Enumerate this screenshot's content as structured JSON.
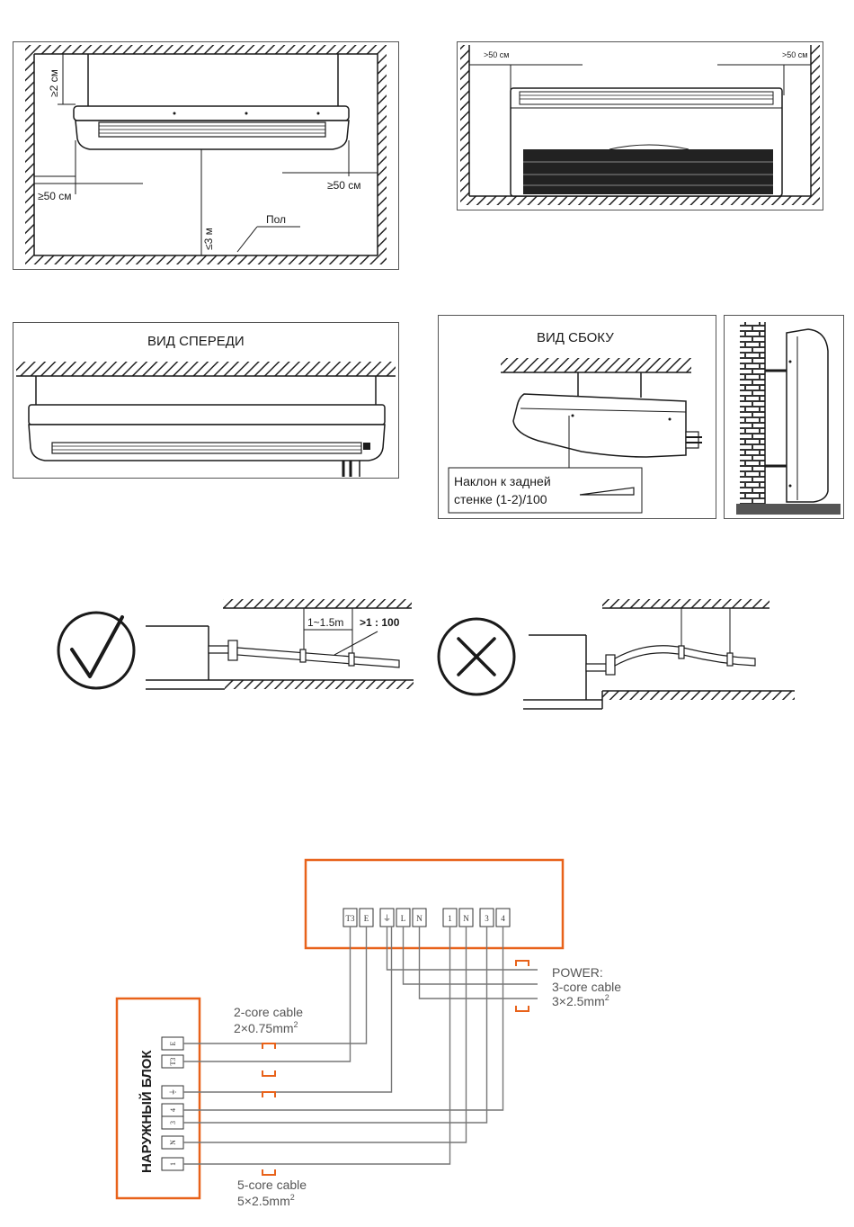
{
  "colors": {
    "line": "#1a1a1a",
    "hatch": "#333333",
    "orange": "#e8621a",
    "wire": "#777777",
    "panel_border": "#555555"
  },
  "panel_clearance_ceiling": {
    "top_clearance": "≥2 см",
    "left_clearance": "≥50 см",
    "right_clearance": "≥50 см",
    "floor_height": "≤3 м",
    "floor_label": "Пол"
  },
  "panel_clearance_floor": {
    "left_clearance": ">50 см",
    "right_clearance": ">50 см"
  },
  "panel_front_view": {
    "title": "ВИД СПЕРЕДИ"
  },
  "panel_side_view": {
    "title": "ВИД СБОКУ",
    "slope_line1": "Наклон к задней",
    "slope_line2": "стенке (1-2)/100"
  },
  "panel_drain": {
    "spacing_label": "1~1.5m",
    "slope_label": ">1 : 100",
    "correct_icon": "check-icon",
    "wrong_icon": "cross-icon"
  },
  "wiring": {
    "outdoor_unit_label": "НАРУЖНЫЙ БЛОК",
    "indoor_terminals": [
      "T3",
      "E",
      "⏚",
      "L",
      "N",
      "1",
      "N",
      "3",
      "4"
    ],
    "outdoor_terminals": [
      "E",
      "T3",
      "⏚",
      "4",
      "3",
      "N",
      "1"
    ],
    "power_line1": "POWER:",
    "power_line2": "3-core cable",
    "power_line3": "3×2.5mm",
    "power_sup": "2",
    "signal_line1": "2-core cable",
    "signal_line2": "2×0.75mm",
    "signal_sup": "2",
    "five_line1": "5-core cable",
    "five_line2": "5×2.5mm",
    "five_sup": "2"
  }
}
